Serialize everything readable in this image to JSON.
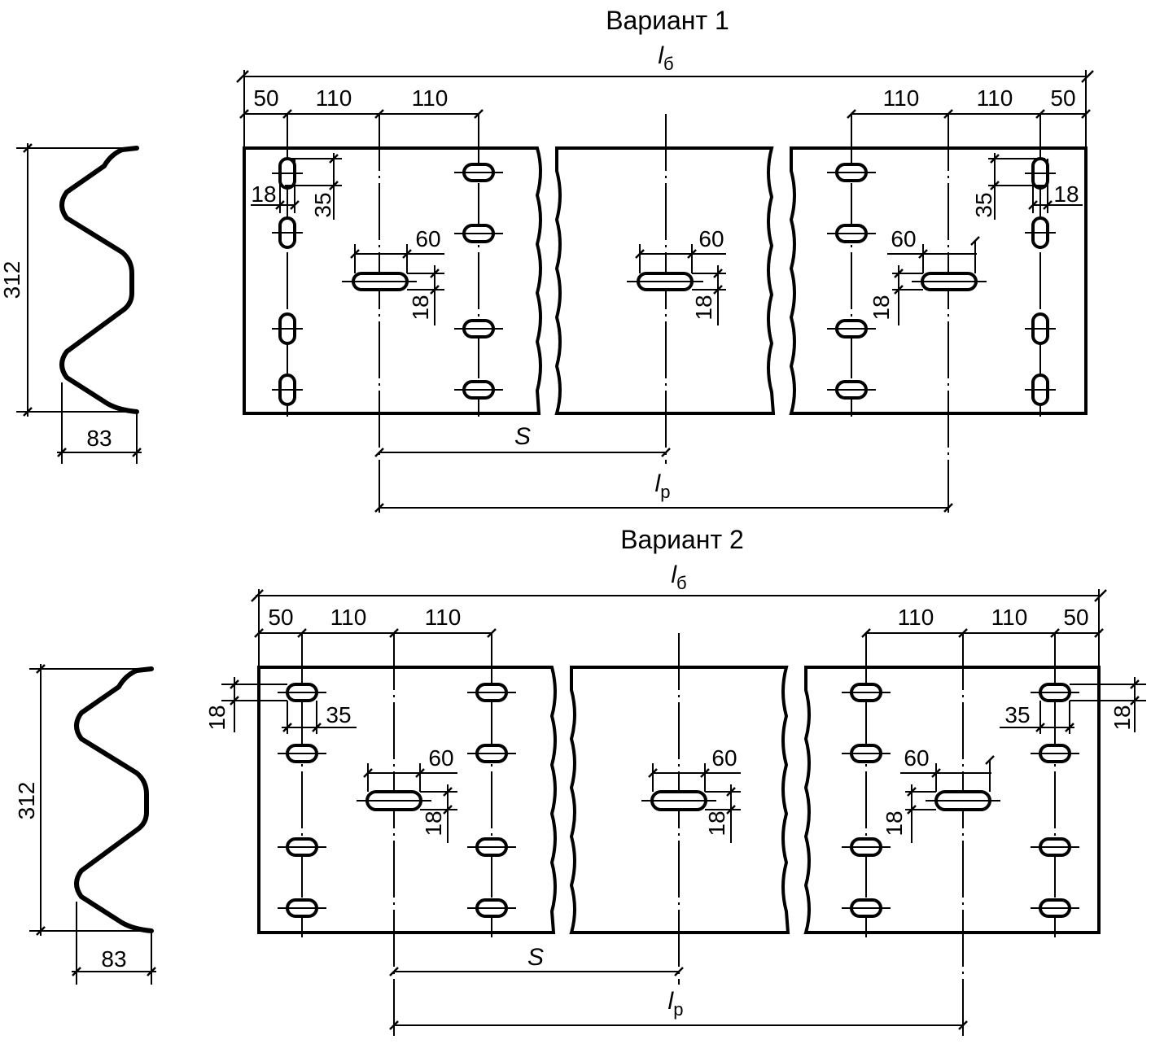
{
  "variant1": {
    "title": "Вариант 1",
    "overall_length": {
      "symbol": "l",
      "sub": "б"
    },
    "left_offsets": [
      "50",
      "110",
      "110"
    ],
    "right_offsets": [
      "110",
      "110",
      "50"
    ],
    "hole_dims": {
      "pitch": "18",
      "edge": "35",
      "slot_len": "60",
      "slot_w": "18"
    },
    "spacing": {
      "symbol": "S"
    },
    "post_spacing": {
      "symbol": "l",
      "sub": "р"
    },
    "profile": {
      "height": "312",
      "depth": "83"
    }
  },
  "variant2": {
    "title": "Вариант 2",
    "overall_length": {
      "symbol": "l",
      "sub": "б"
    },
    "left_offsets": [
      "50",
      "110",
      "110"
    ],
    "right_offsets": [
      "110",
      "110",
      "50"
    ],
    "hole_dims": {
      "pitch": "18",
      "edge": "35",
      "slot_len": "60",
      "slot_w": "18"
    },
    "spacing": {
      "symbol": "S"
    },
    "post_spacing": {
      "symbol": "l",
      "sub": "р"
    },
    "profile": {
      "height": "312",
      "depth": "83"
    }
  }
}
